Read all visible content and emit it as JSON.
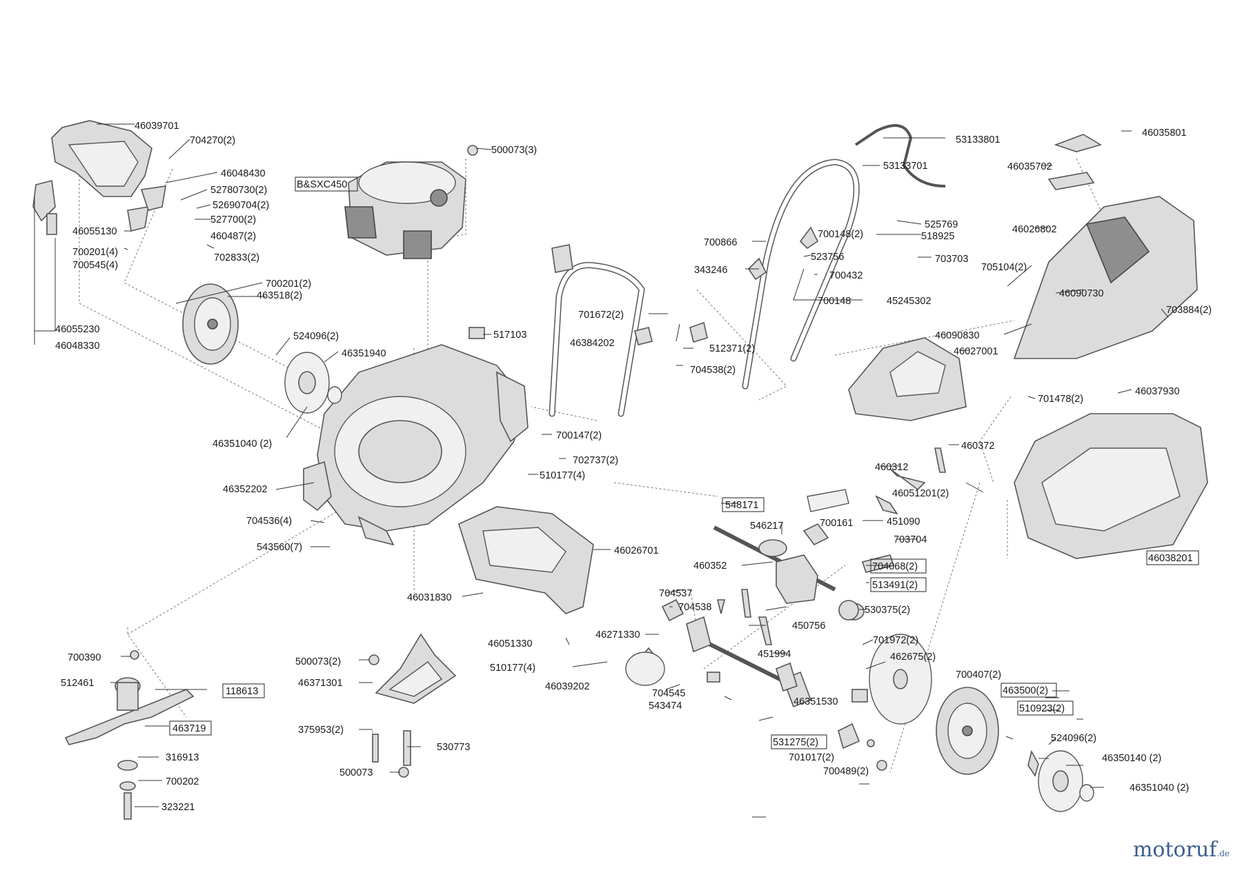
{
  "labels": {
    "p46039701": "46039701",
    "p704270": "704270(2)",
    "p46048430": "46048430",
    "p52780730": "52780730(2)",
    "p52690704": "52690704(2)",
    "p527700": "527700(2)",
    "p460487": "460487(2)",
    "p702833": "702833(2)",
    "p46055130": "46055130",
    "p700201_4": "700201(4)",
    "p700545": "700545(4)",
    "p700201_2": "700201(2)",
    "p463518": "463518(2)",
    "p46055230": "46055230",
    "p46048330": "46048330",
    "p524096_a": "524096(2)",
    "p46351940": "46351940",
    "p46351040_a": "46351040 (2)",
    "p46352202": "46352202",
    "p704536": "704536(4)",
    "p543560": "543560(7)",
    "p500073_3": "500073(3)",
    "pBSXC450": "B&SXC450",
    "p517103": "517103",
    "p701672": "701672(2)",
    "p46384202": "46384202",
    "p700147": "700147(2)",
    "p702737": "702737(2)",
    "p510177_4a": "510177(4)",
    "p46026701": "46026701",
    "p46031830": "46031830",
    "p46051330": "46051330",
    "p510177_4b": "510177(4)",
    "p46039202": "46039202",
    "p46271330": "46271330",
    "p500073_2": "500073(2)",
    "p46371301": "46371301",
    "p375953": "375953(2)",
    "p500073": "500073",
    "p530773": "530773",
    "p700390": "700390",
    "p512461": "512461",
    "p118613": "118613",
    "p463719": "463719",
    "p316913": "316913",
    "p700202": "700202",
    "p323221": "323221",
    "p53133801": "53133801",
    "p53133701": "53133701",
    "p525769": "525769",
    "p700148_2": "700148(2)",
    "p518925": "518925",
    "p700866": "700866",
    "p523756": "523756",
    "p703703": "703703",
    "p343246": "343246",
    "p700432": "700432",
    "p700148": "700148",
    "p45245302": "45245302",
    "p512371": "512371(2)",
    "p704538_2": "704538(2)",
    "p46035801": "46035801",
    "p46035702": "46035702",
    "p46026802": "46026802",
    "p705104": "705104(2)",
    "p46090730": "46090730",
    "p703884": "703884(2)",
    "p46090830": "46090830",
    "p46027001": "46027001",
    "p701478": "701478(2)",
    "p46037930": "46037930",
    "p460372": "460372",
    "p460312": "460312",
    "p46051201": "46051201(2)",
    "p548171": "548171",
    "p451090": "451090",
    "p546217": "546217",
    "p700161": "700161",
    "p703704": "703704",
    "p460352": "460352",
    "p704068": "704068(2)",
    "p513491": "513491(2)",
    "p46038201": "46038201",
    "p704537": "704537",
    "p704538": "704538",
    "p530375": "530375(2)",
    "p450756": "450756",
    "p451994": "451994",
    "p701972": "701972(2)",
    "p462675": "462675(2)",
    "p700407": "700407(2)",
    "p463500": "463500(2)",
    "p510923": "510923(2)",
    "p704545": "704545",
    "p543474": "543474",
    "p46351530": "46351530",
    "p531275": "531275(2)",
    "p701017": "701017(2)",
    "p700489": "700489(2)",
    "p524096_b": "524096(2)",
    "p46350140": "46350140 (2)",
    "p46351040_b": "46351040 (2)"
  },
  "brand": {
    "name_main": "motoruf",
    "name_tld": ".de"
  }
}
